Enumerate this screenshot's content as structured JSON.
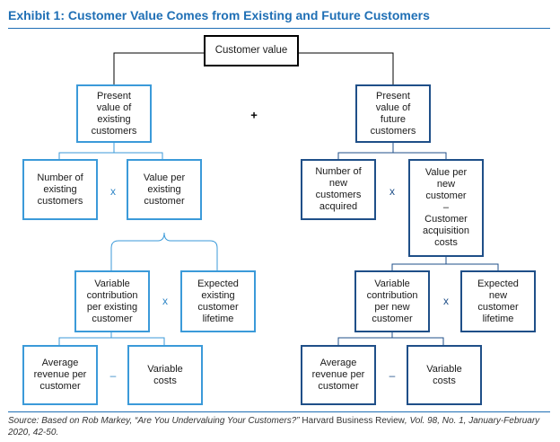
{
  "title": "Exhibit 1: Customer Value Comes from Existing and Future Customers",
  "root": "Customer value",
  "plus": "+",
  "times": "x",
  "minus": "–",
  "left": {
    "pv": "Present\nvalue of\nexisting\ncustomers",
    "number": "Number of\nexisting\ncustomers",
    "value": "Value per\nexisting\ncustomer",
    "contribution": "Variable\ncontribution\nper existing\ncustomer",
    "lifetime": "Expected\nexisting\ncustomer\nlifetime",
    "revenue": "Average\nrevenue per\ncustomer",
    "costs": "Variable\ncosts"
  },
  "right": {
    "pv": "Present\nvalue of\nfuture\ncustomers",
    "number": "Number of\nnew\ncustomers\nacquired",
    "value": "Value per\nnew\ncustomer\n–\nCustomer\nacquisition\ncosts",
    "contribution": "Variable\ncontribution\nper new\ncustomer",
    "lifetime": "Expected\nnew\ncustomer\nlifetime",
    "revenue": "Average\nrevenue per\ncustomer",
    "costs": "Variable\ncosts"
  },
  "source": {
    "prefix": "Source: Based on Rob Markey, “Are You Undervaluing Your Customers?” ",
    "publication": "Harvard Business Review",
    "suffix": ", Vol. 98, No. 1, January-February 2020, 42-50."
  }
}
